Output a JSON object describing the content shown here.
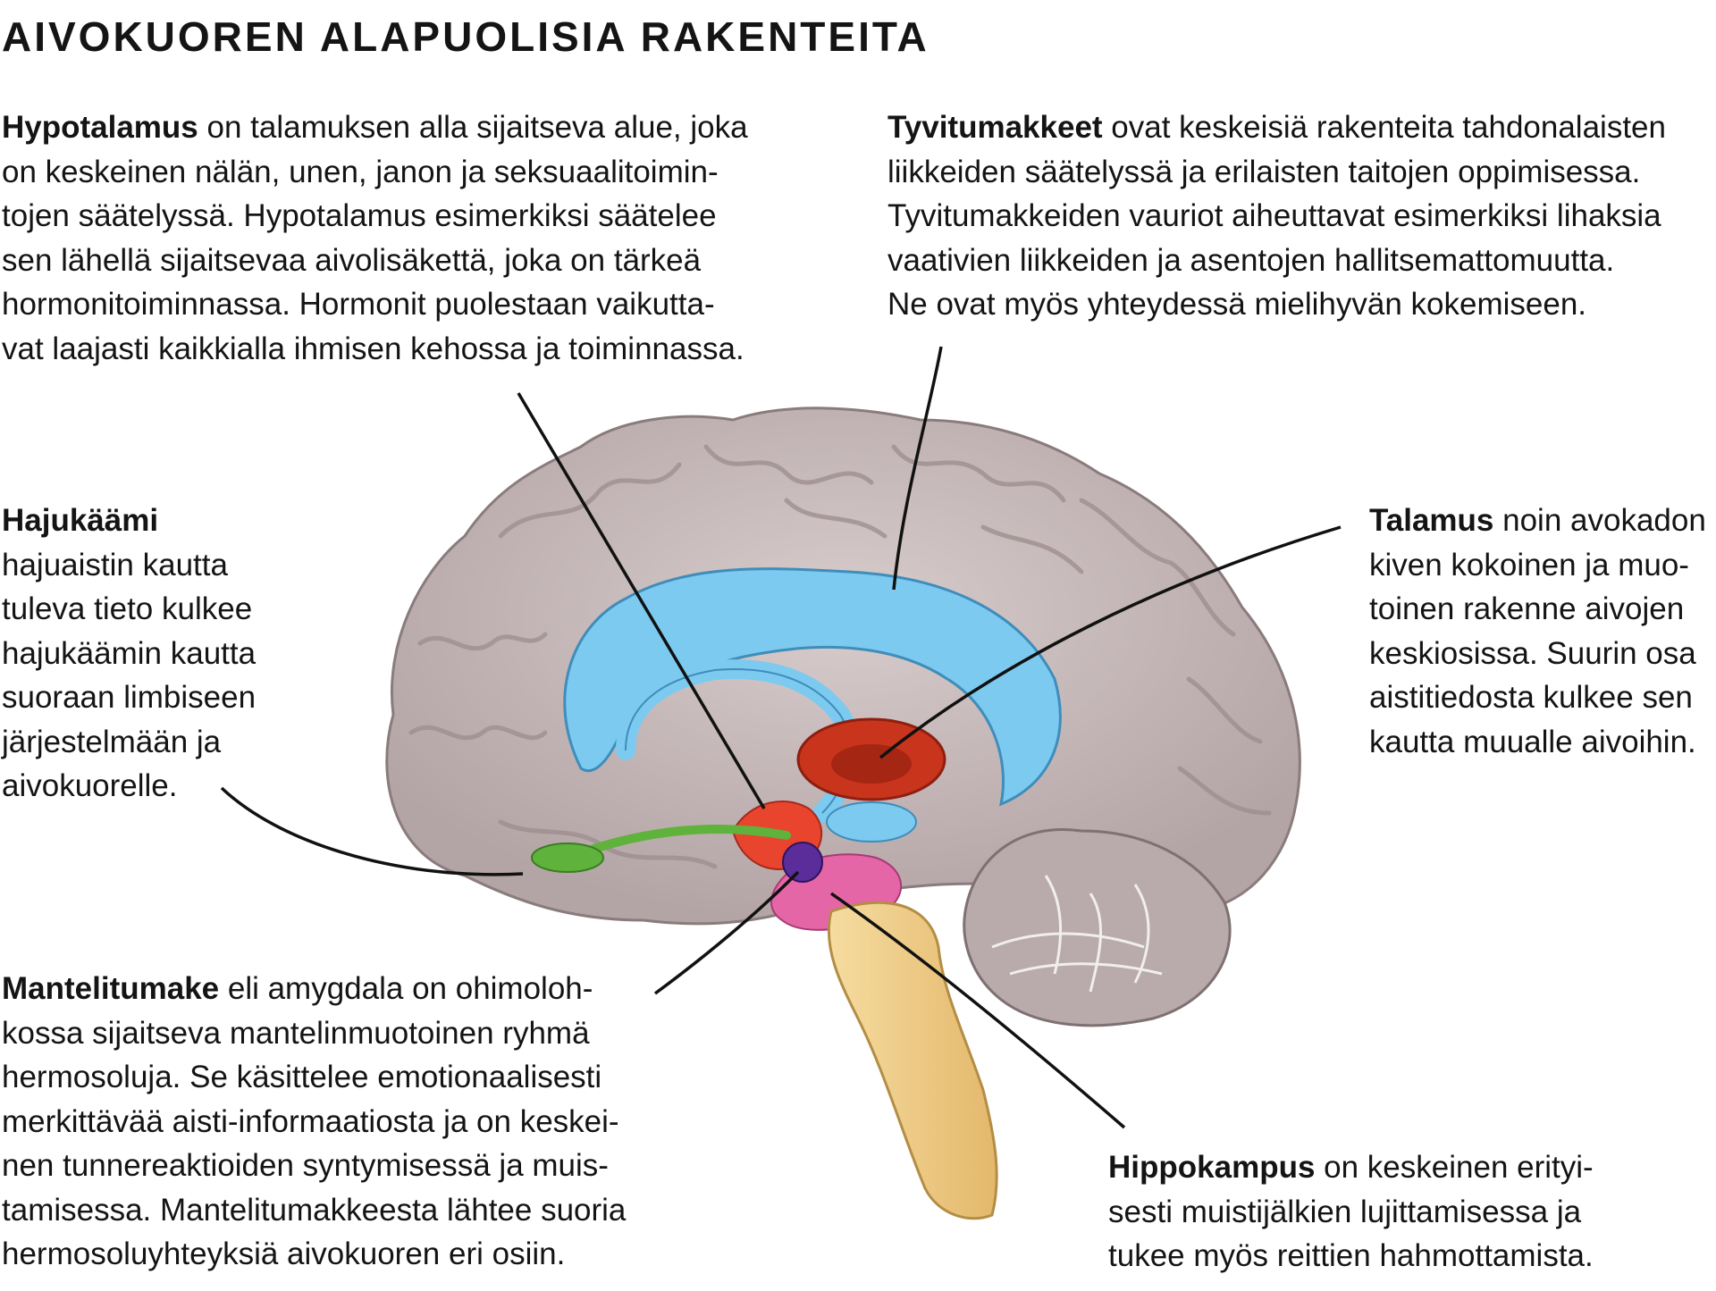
{
  "title": "AIVOKUOREN ALAPUOLISIA RAKENTEITA",
  "labels": {
    "hypotalamus": {
      "term": "Hypotalamus",
      "lines": [
        " on talamuksen alla sijaitseva alue, joka",
        "on keskeinen nälän, unen, janon ja seksuaalitoimin-",
        "tojen säätelyssä. Hypotalamus esimerkiksi säätelee",
        "sen lähellä sijaitsevaa aivolisäkettä, joka on tärkeä",
        "hormonitoiminnassa. Hormonit puolestaan vaikutta-",
        "vat laajasti kaikkialla ihmisen kehossa ja toiminnassa."
      ]
    },
    "tyvitumakkeet": {
      "term": "Tyvitumakkeet",
      "lines": [
        " ovat keskeisiä rakenteita tahdonalaisten",
        "liikkeiden säätelyssä ja erilaisten taitojen oppimisessa.",
        "Tyvitumakkeiden vauriot aiheuttavat esimerkiksi lihaksia",
        "vaativien liikkeiden ja asentojen hallitsemattomuutta.",
        "Ne ovat myös yhteydessä mielihyvän kokemiseen."
      ]
    },
    "hajukaami": {
      "term": "Hajukäämi",
      "lines": [
        "hajuaistin kautta",
        "tuleva tieto kulkee",
        "hajukäämin kautta",
        "suoraan limbiseen",
        "järjestelmään ja",
        "aivokuorelle."
      ]
    },
    "talamus": {
      "term": "Talamus",
      "lines": [
        " noin avokadon",
        "kiven kokoinen ja muo-",
        "toinen rakenne aivojen",
        "keskiosissa. Suurin osa",
        "aistitiedosta kulkee sen",
        "kautta muualle aivoihin."
      ]
    },
    "mantelitumake": {
      "term": "Mantelitumake",
      "lines": [
        " eli amygdala on ohimoloh-",
        "kossa sijaitseva mantelinmuotoinen ryhmä",
        "hermosoluja. Se käsittelee emotionaalisesti",
        "merkittävää aisti-informaatiosta ja on keskei-",
        "nen tunnereaktioiden syntymisessä ja muis-",
        "tamisessa. Mantelitumakkeesta lähtee suoria",
        "hermosoluyhteyksiä aivokuoren eri osiin."
      ]
    },
    "hippokampus": {
      "term": "Hippokampus",
      "lines": [
        " on keskeinen erityi-",
        "sesti muistijälkien lujittamisessa ja",
        "tukee myös reittien hahmottamista."
      ]
    }
  },
  "colors": {
    "cortex": "#c9bcbc",
    "cortex_shadow": "#9f8f90",
    "basal_ganglia": "#7ccaf0",
    "thalamus": "#c8341c",
    "hypothalamus": "#e8442e",
    "olfactory_bulb": "#5fb23b",
    "amygdala": "#5a2d9a",
    "hippocampus": "#e466a6",
    "brainstem": "#f2cf8a",
    "cerebellum": "#b9abab"
  }
}
